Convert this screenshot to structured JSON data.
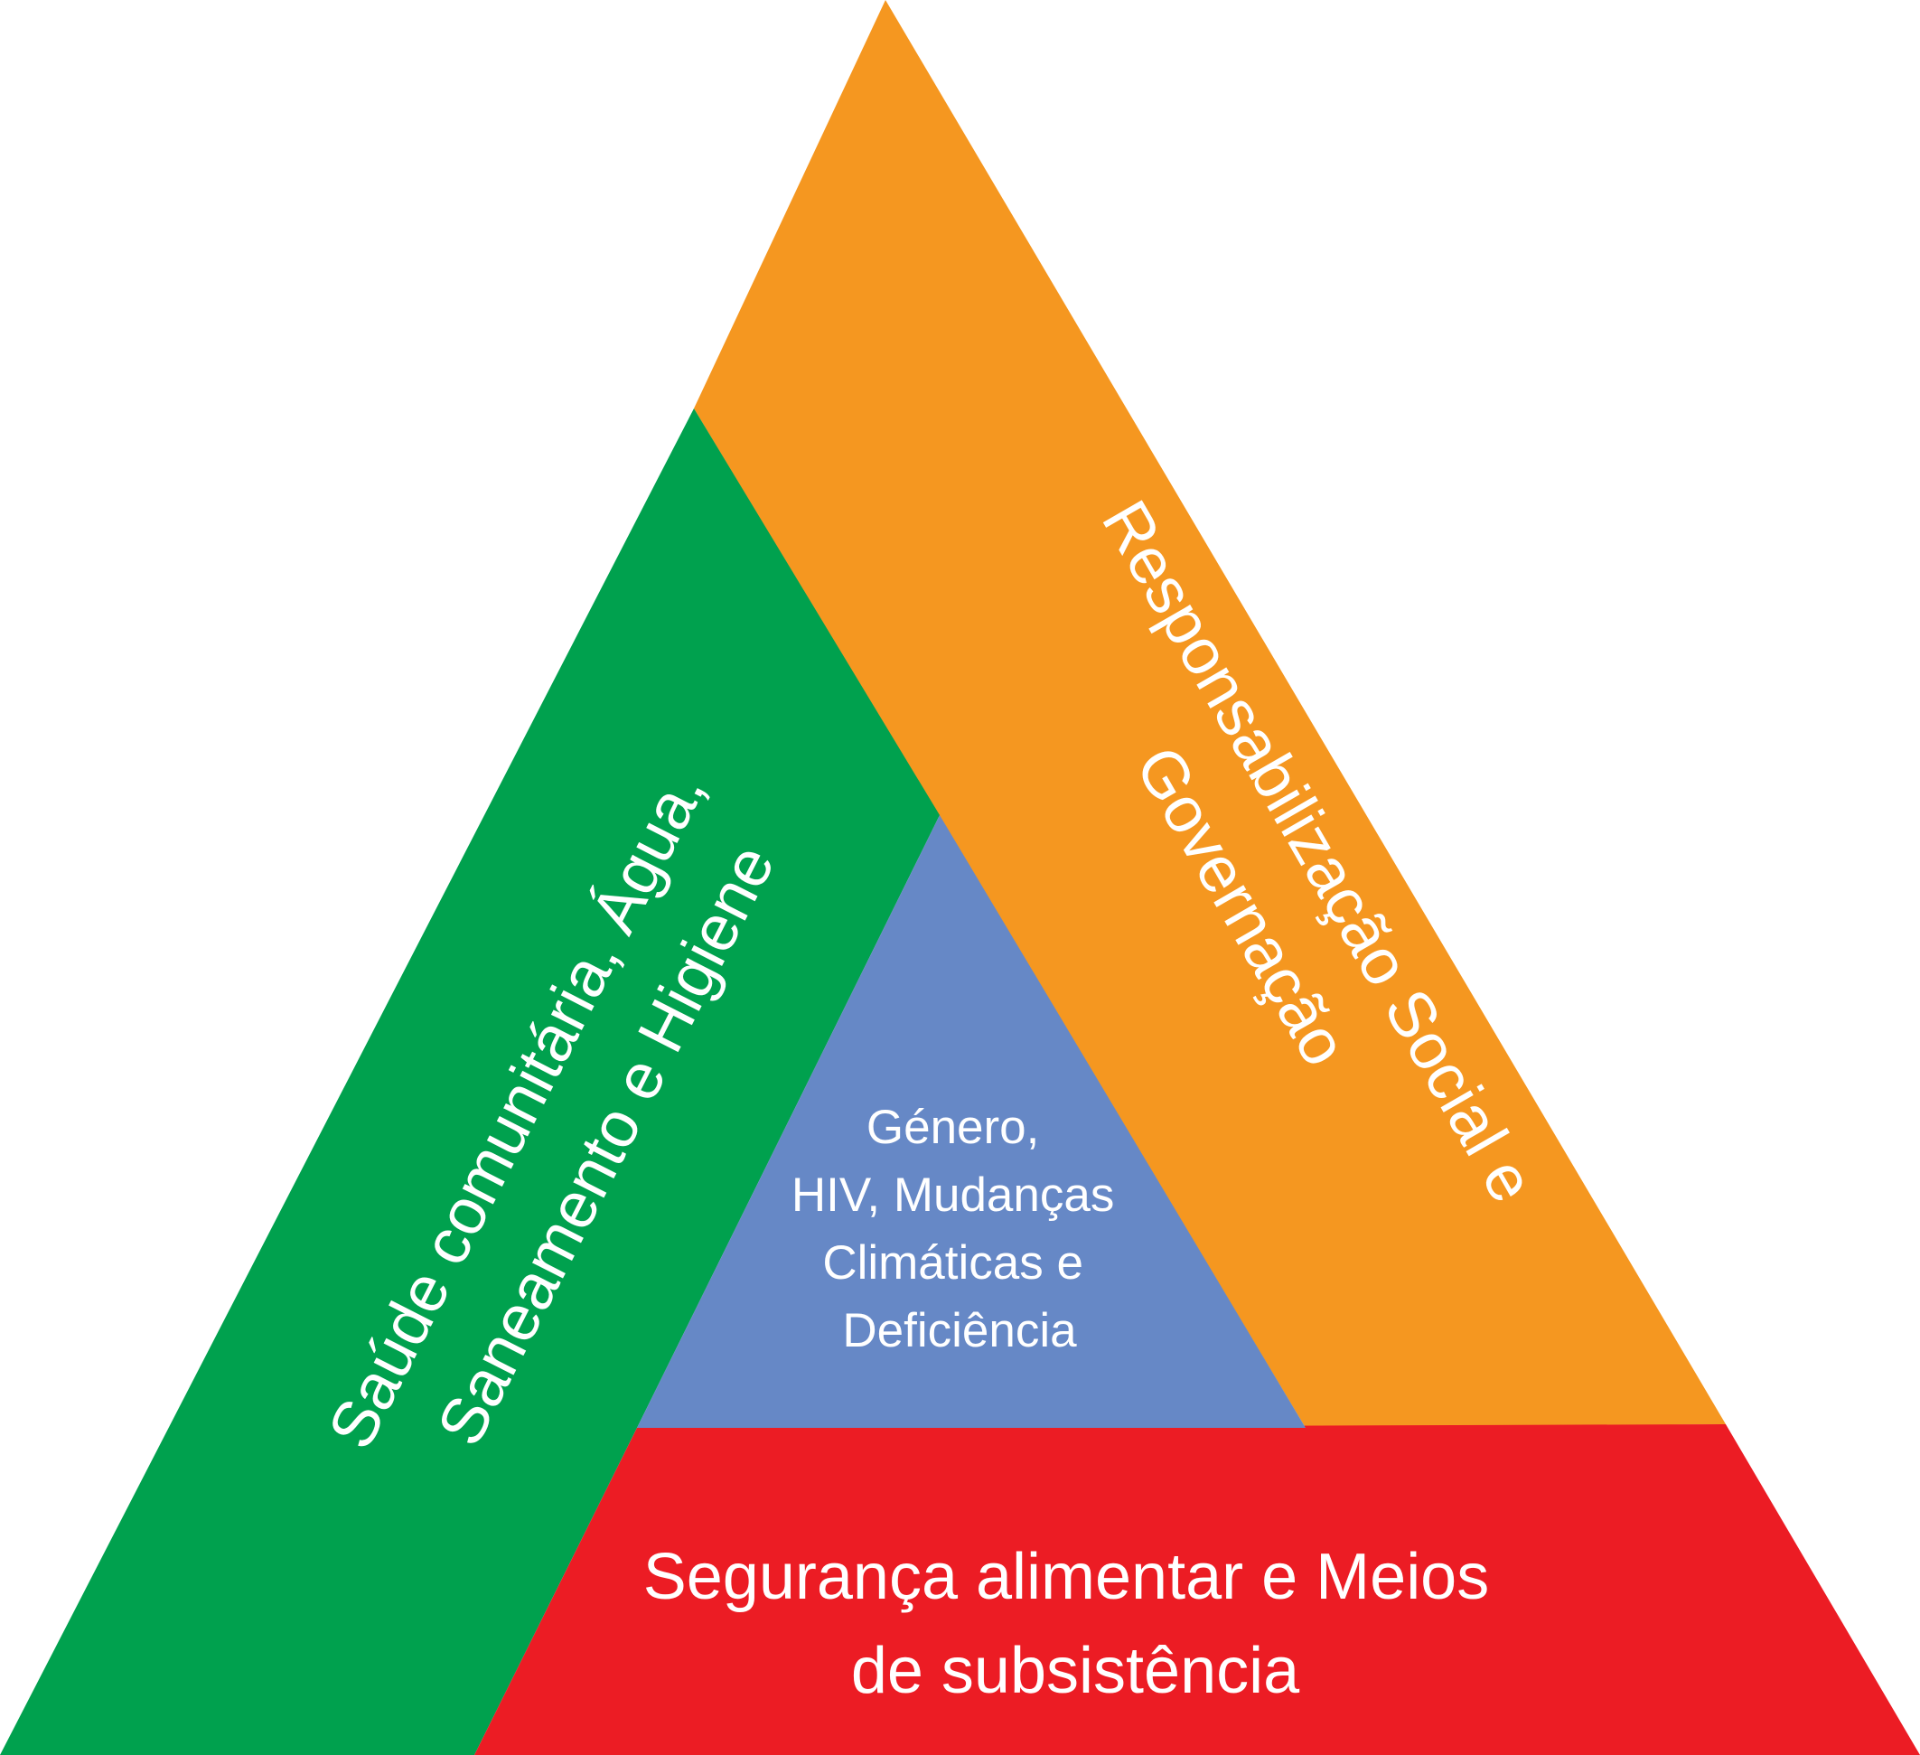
{
  "diagram": {
    "segments": {
      "health": {
        "lines": [
          "Saúde comunitária, Água,",
          "Saneamento e Higiene"
        ],
        "color": "#00A14E"
      },
      "governance": {
        "lines": [
          "Responsabilização Social e",
          "Governação"
        ],
        "color": "#F59720"
      },
      "food": {
        "lines": [
          "Segurança alimentar e Meios",
          "de subsistência"
        ],
        "color": "#EC1C24"
      },
      "crosscutting": {
        "lines": [
          "Género,",
          "HIV, Mudanças",
          "Climáticas e",
          "Deficiência"
        ],
        "color": "#6688C6"
      }
    }
  }
}
